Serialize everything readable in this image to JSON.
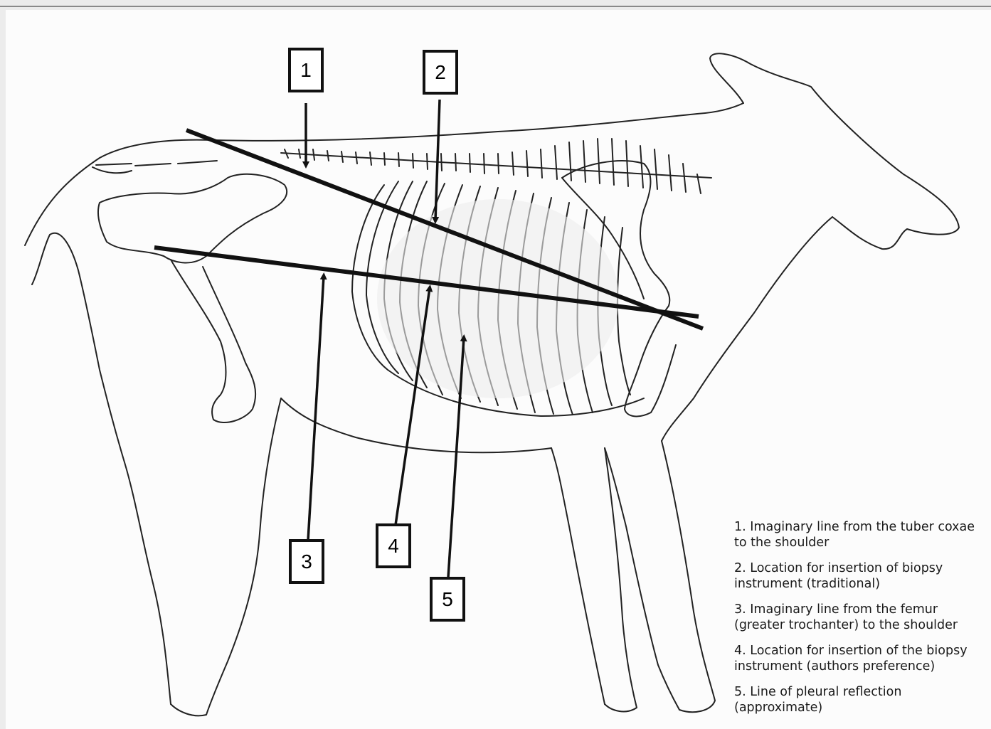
{
  "markers": [
    {
      "id": "marker-1",
      "label": "1"
    },
    {
      "id": "marker-2",
      "label": "2"
    },
    {
      "id": "marker-3",
      "label": "3"
    },
    {
      "id": "marker-4",
      "label": "4"
    },
    {
      "id": "marker-5",
      "label": "5"
    }
  ],
  "legend": {
    "items": [
      "1. Imaginary line from the tuber coxae to the shoulder",
      "2. Location for insertion of biopsy instrument (traditional)",
      "3. Imaginary line from the femur (greater trochanter) to the shoulder",
      "4. Location for insertion of the biopsy instrument (authors preference)",
      "5. Line of pleural reflection (approximate)"
    ]
  },
  "colors": {
    "ink": "#111111",
    "page": "#fcfcfc",
    "frame": "#ececec"
  }
}
